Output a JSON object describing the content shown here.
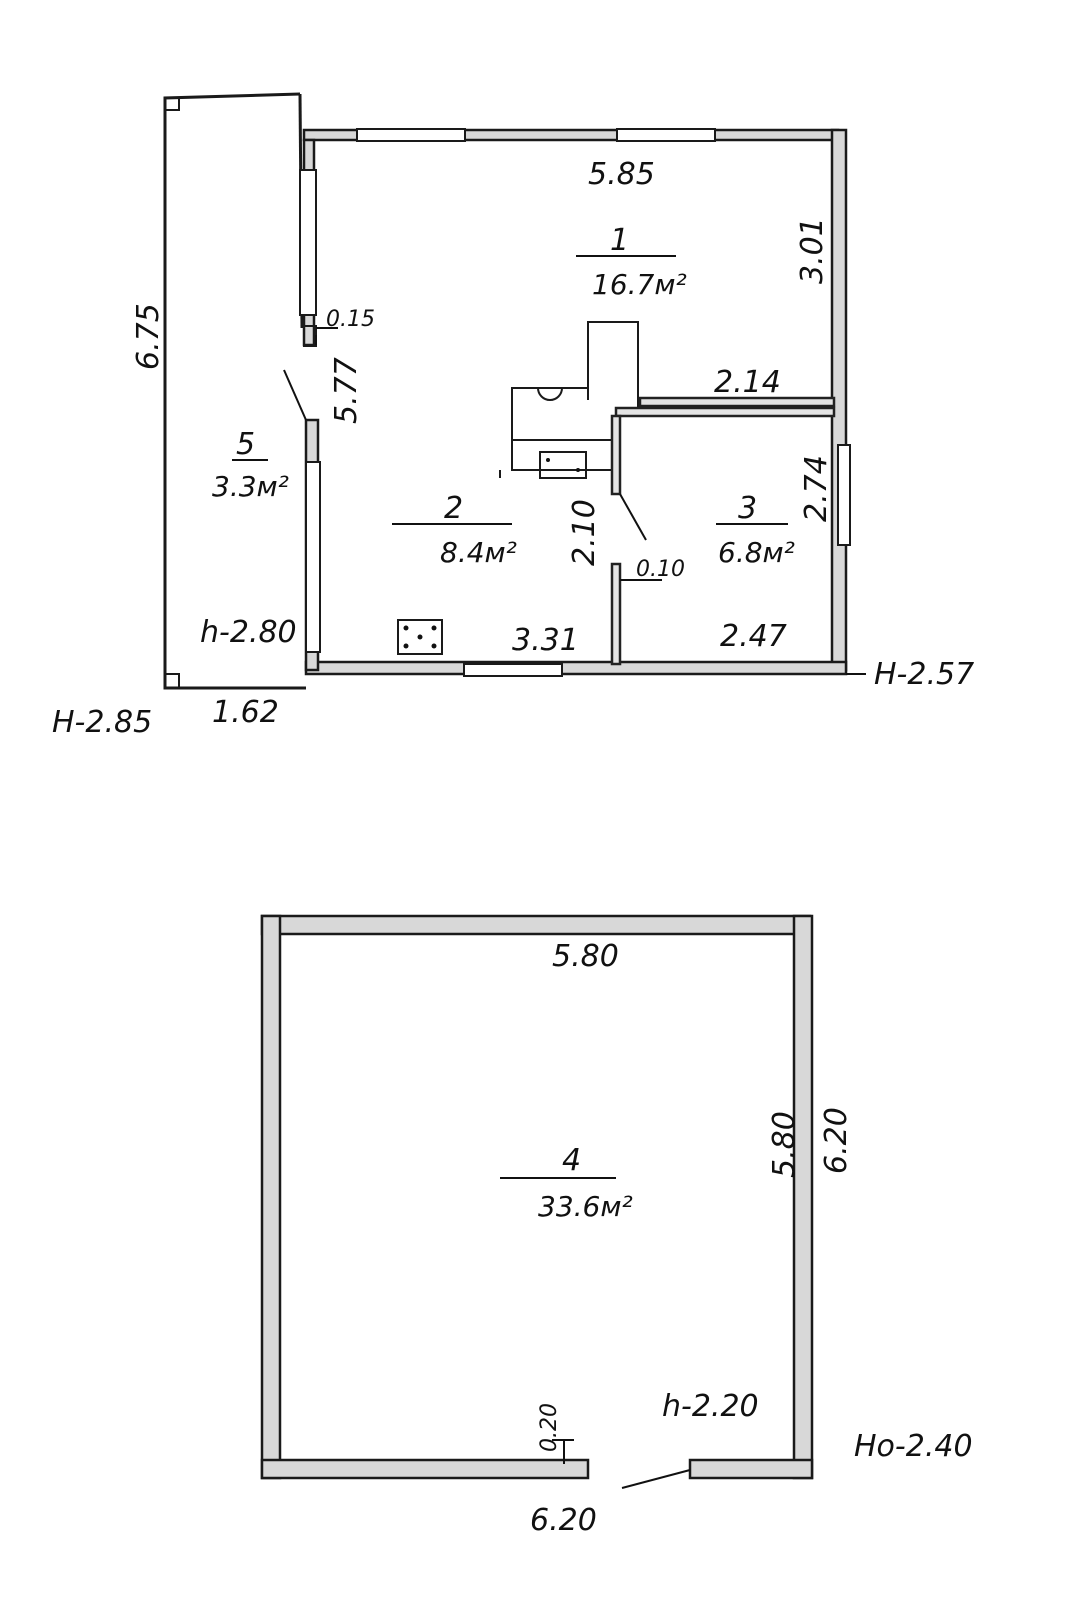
{
  "upper_plan": {
    "overall_height": "6.75",
    "top_width": "5.85",
    "right_height_top": "3.01",
    "wall_small": "0.15",
    "inner_height": "5.77",
    "partition_width": "2.14",
    "right_height_mid": "2.74",
    "partition_height": "2.10",
    "opening": "0.10",
    "bottom_left": "3.31",
    "bottom_right": "2.47",
    "ceiling_height": "h-2.80",
    "level_left": "H-2.85",
    "level_right": "H-2.57",
    "veranda_width": "1.62",
    "rooms": [
      {
        "number": "1",
        "area": "16.7м²"
      },
      {
        "number": "2",
        "area": "8.4м²"
      },
      {
        "number": "3",
        "area": "6.8м²"
      },
      {
        "number": "5",
        "area": "3.3м²"
      }
    ]
  },
  "lower_plan": {
    "inner_width": "5.80",
    "inner_height": "5.80",
    "outer_height": "6.20",
    "outer_width": "6.20",
    "wall_small": "0.20",
    "ceiling_height": "h-2.20",
    "level": "Ho-2.40",
    "room": {
      "number": "4",
      "area": "33.6м²"
    }
  }
}
